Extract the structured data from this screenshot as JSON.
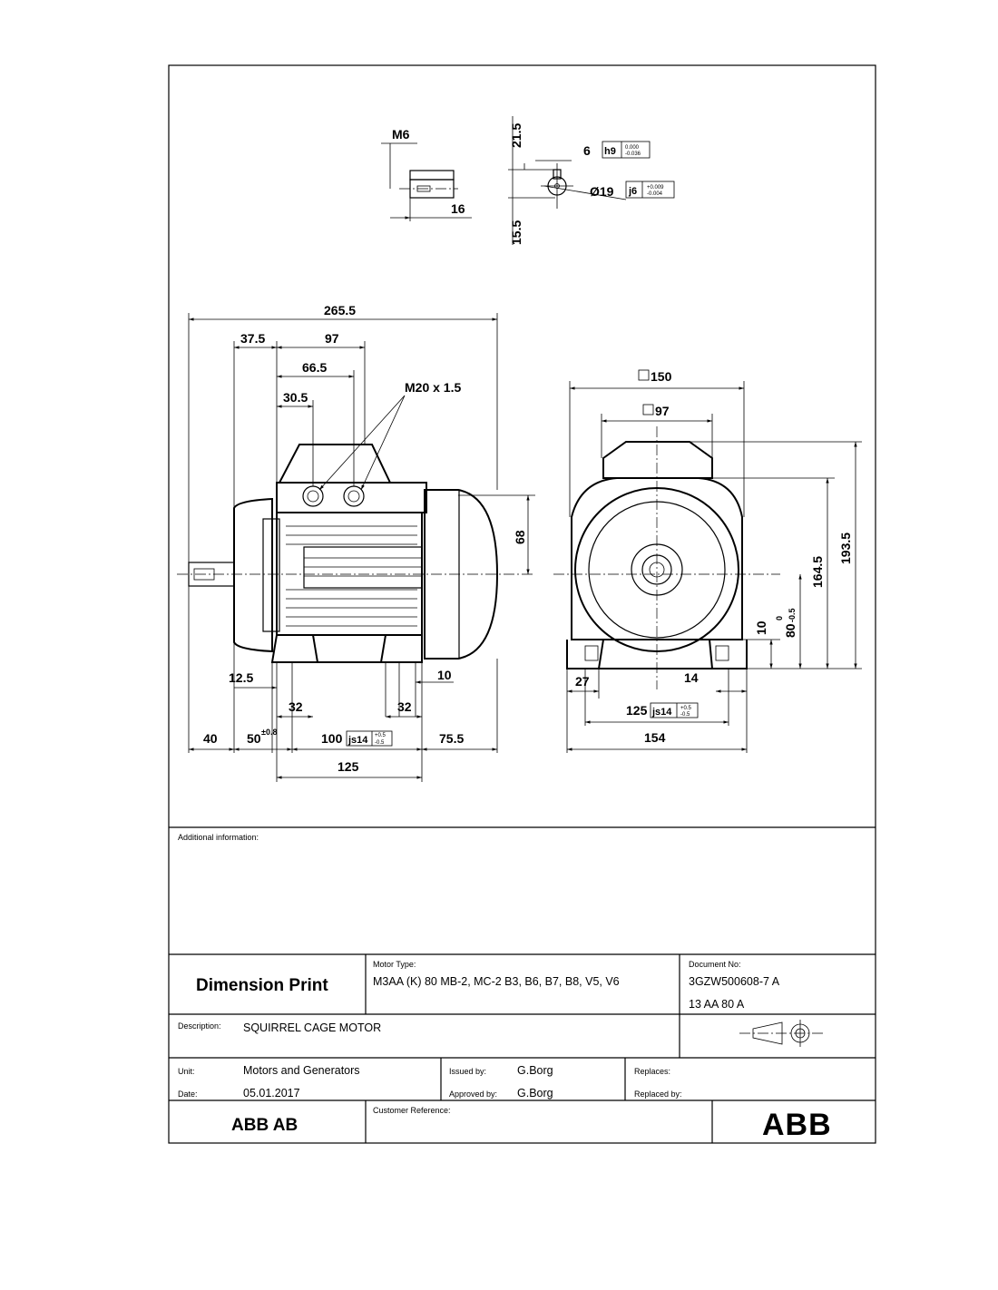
{
  "drawing": {
    "shaft_detail": {
      "thread": "M6",
      "keyway_length": "16",
      "shaft_height": "21.5",
      "shaft_offset": "15.5",
      "key_width": "6",
      "key_fit": "h9",
      "key_tol_upper": "0.000",
      "key_tol_lower": "-0.036",
      "shaft_diameter": "Ø19",
      "shaft_fit": "j6",
      "shaft_tol_upper": "+0.009",
      "shaft_tol_lower": "-0.004"
    },
    "side_view": {
      "overall_length": "265.5",
      "d_37_5": "37.5",
      "d_97": "97",
      "d_66_5": "66.5",
      "d_30_5": "30.5",
      "cable_entry": "M20 x 1.5",
      "d_68": "68",
      "d_12_5": "12.5",
      "d_10": "10",
      "d_32_left": "32",
      "d_32_right": "32",
      "d_40": "40",
      "d_50": "50",
      "d_50_tol": "±0.8",
      "d_100": "100",
      "d_100_fit": "js14",
      "d_100_tol_upper": "+0.5",
      "d_100_tol_lower": "-0.5",
      "d_75_5": "75.5",
      "d_125": "125"
    },
    "end_view": {
      "square_150": "150",
      "square_97": "97",
      "height_193_5": "193.5",
      "height_164_5": "164.5",
      "shaft_height_80": "80",
      "shaft_height_tol_upper": "0",
      "shaft_height_tol_lower": "-0.5",
      "d_10": "10",
      "d_27": "27",
      "d_14": "14",
      "d_125": "125",
      "d_125_fit": "js14",
      "d_125_tol_upper": "+0.5",
      "d_125_tol_lower": "-0.5",
      "d_154": "154"
    }
  },
  "title_block": {
    "additional_info_label": "Additional information:",
    "title": "Dimension Print",
    "motor_type_label": "Motor Type:",
    "motor_type": "M3AA (K) 80 MB-2, MC-2 B3, B6, B7, B8, V5, V6",
    "document_no_label": "Document No:",
    "document_no": "3GZW500608-7 A",
    "document_ref": "13 AA 80 A",
    "description_label": "Description:",
    "description": "SQUIRREL CAGE MOTOR",
    "unit_label": "Unit:",
    "unit": "Motors and Generators",
    "issued_by_label": "Issued by:",
    "issued_by": "G.Borg",
    "replaces_label": "Replaces:",
    "replaces": "",
    "date_label": "Date:",
    "date": "05.01.2017",
    "approved_by_label": "Approved by:",
    "approved_by": "G.Borg",
    "replaced_by_label": "Replaced by:",
    "replaced_by": "",
    "company": "ABB AB",
    "customer_reference_label": "Customer Reference:",
    "customer_reference": "",
    "logo_text": "ABB"
  }
}
